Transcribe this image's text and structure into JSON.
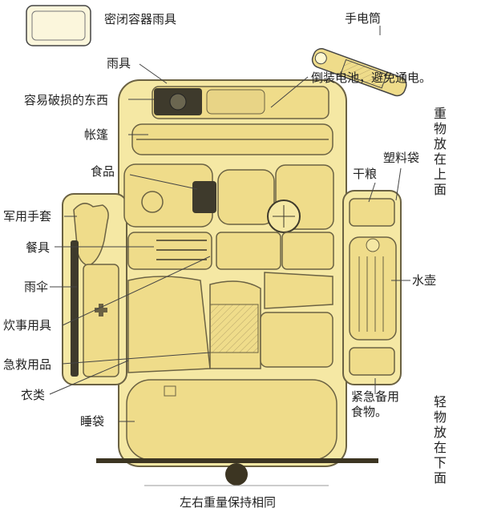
{
  "labels": {
    "sealed_rain_gear": "密闭容器雨具",
    "flashlight": "手电筒",
    "flashlight_note": "倒装电池，避免通电。",
    "rain_gear": "雨具",
    "fragile_items": "容易破损的东西",
    "tent": "帐篷",
    "food": "食品",
    "military_gloves": "军用手套",
    "tableware": "餐具",
    "umbrella": "雨伞",
    "cooking_gear": "炊事用具",
    "first_aid": "急救用品",
    "clothes": "衣类",
    "sleeping_bag": "睡袋",
    "plastic_bag": "塑料袋",
    "dry_food": "干粮",
    "water_bottle": "水壶",
    "emergency_food": "紧急备用\n食物。",
    "heavy_on_top": "重物放在上面",
    "light_on_bottom": "轻物放在下面",
    "balance": "左右重量保持相同"
  },
  "colors": {
    "pack_fill": "#f5e8a4",
    "pack_stroke": "#6b6243",
    "item_fill": "#efdc8a",
    "ground": "#3c3522"
  },
  "icons": [
    "flashlight-icon",
    "glove-icon",
    "umbrella-icon",
    "first-aid-icon",
    "water-bottle-icon",
    "camera-icon",
    "sealed-container-icon"
  ]
}
